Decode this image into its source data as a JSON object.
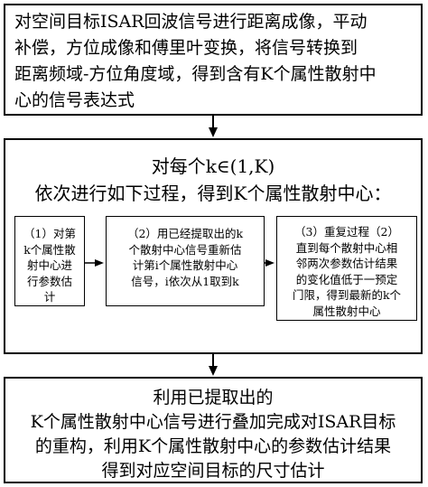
{
  "step1": {
    "text": "对空间目标ISAR回波信号进行距离成像，平动\n补偿，方位成像和傅里叶变换，将信号转换到\n距离频域-方位角度域，得到含有K个属性散射中\n心的信号表达式"
  },
  "step2": {
    "heading_line1": "对每个k∈(1,K)",
    "heading_line2": "依次进行如下过程，得到K个属性散射中心：",
    "sub1": "（1）对第\nk个属性散\n射中心进\n行参数估\n计",
    "sub2": "（2）用已经提取出的k\n个散射中心信号重新估\n计第i个属性散射中心\n信号，i依次从1取到k",
    "sub3": "（3）重复过程（2）\n直到每个散射中心相\n邻两次参数估计结果\n的变化值低于一预定\n门限，得到最新的k个\n属性散射中心"
  },
  "step3": {
    "text": "利用已提取出的\nK个属性散射中心信号进行叠加完成对ISAR目标\n的重构，利用K个属性散射中心的参数估计结果\n得到对应空间目标的尺寸估计"
  }
}
